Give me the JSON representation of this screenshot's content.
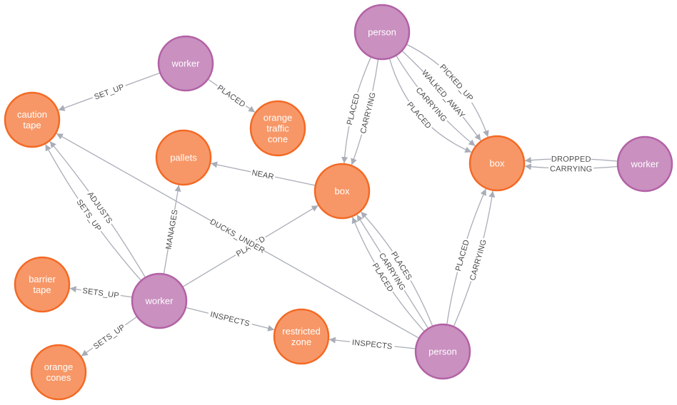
{
  "colors": {
    "person_fill": "#c990c0",
    "person_stroke": "#b261a5",
    "object_fill": "#f79767",
    "object_stroke": "#f36924",
    "edge": "#a9adb7",
    "edge_text": "#4a4a4a",
    "node_text": "#ffffff"
  },
  "nodes": [
    {
      "id": "worker_top",
      "kind": "person",
      "lines": [
        "worker"
      ]
    },
    {
      "id": "person_top",
      "kind": "person",
      "lines": [
        "person"
      ]
    },
    {
      "id": "worker_right",
      "kind": "person",
      "lines": [
        "worker"
      ]
    },
    {
      "id": "worker_mid",
      "kind": "person",
      "lines": [
        "worker"
      ]
    },
    {
      "id": "person_bottom",
      "kind": "person",
      "lines": [
        "person"
      ]
    },
    {
      "id": "caution_tape",
      "kind": "object",
      "lines": [
        "caution",
        "tape"
      ]
    },
    {
      "id": "orange_traffic_cone",
      "kind": "object",
      "lines": [
        "orange",
        "traffic",
        "cone"
      ]
    },
    {
      "id": "pallets",
      "kind": "object",
      "lines": [
        "pallets"
      ]
    },
    {
      "id": "box_center",
      "kind": "object",
      "lines": [
        "box"
      ]
    },
    {
      "id": "box_right",
      "kind": "object",
      "lines": [
        "box"
      ]
    },
    {
      "id": "barrier_tape",
      "kind": "object",
      "lines": [
        "barrier",
        "tape"
      ]
    },
    {
      "id": "restricted_zone",
      "kind": "object",
      "lines": [
        "restricted",
        "zone"
      ]
    },
    {
      "id": "orange_cones",
      "kind": "object",
      "lines": [
        "orange",
        "cones"
      ]
    }
  ],
  "edges": [
    {
      "from": "worker_top",
      "to": "caution_tape",
      "label": "SET_UP"
    },
    {
      "from": "worker_top",
      "to": "orange_traffic_cone",
      "label": "PLACED"
    },
    {
      "from": "person_top",
      "to": "box_center",
      "label": "PLACED"
    },
    {
      "from": "person_top",
      "to": "box_center",
      "label": "CARRYING"
    },
    {
      "from": "person_top",
      "to": "box_right",
      "label": "PLACED"
    },
    {
      "from": "person_top",
      "to": "box_right",
      "label": "CARRYING"
    },
    {
      "from": "person_top",
      "to": "box_right",
      "label": "WALKED_AWAY"
    },
    {
      "from": "person_top",
      "to": "box_right",
      "label": "PICKED_UP"
    },
    {
      "from": "worker_right",
      "to": "box_right",
      "label": "DROPPED"
    },
    {
      "from": "worker_right",
      "to": "box_right",
      "label": "CARRYING"
    },
    {
      "from": "box_center",
      "to": "pallets",
      "label": "NEAR"
    },
    {
      "from": "worker_mid",
      "to": "caution_tape",
      "label": "SETS_UP"
    },
    {
      "from": "worker_mid",
      "to": "caution_tape",
      "label": "ADJUSTS"
    },
    {
      "from": "worker_mid",
      "to": "pallets",
      "label": "MANAGES"
    },
    {
      "from": "worker_mid",
      "to": "box_center",
      "label": "PLACED"
    },
    {
      "from": "worker_mid",
      "to": "barrier_tape",
      "label": "SETS_UP"
    },
    {
      "from": "worker_mid",
      "to": "orange_cones",
      "label": "SETS_UP"
    },
    {
      "from": "worker_mid",
      "to": "restricted_zone",
      "label": "INSPECTS"
    },
    {
      "from": "person_bottom",
      "to": "caution_tape",
      "label": "DUCKS_UNDER"
    },
    {
      "from": "person_bottom",
      "to": "restricted_zone",
      "label": "INSPECTS"
    },
    {
      "from": "person_bottom",
      "to": "box_center",
      "label": "PLACES"
    },
    {
      "from": "person_bottom",
      "to": "box_center",
      "label": "CARRYING"
    },
    {
      "from": "person_bottom",
      "to": "box_center",
      "label": "PLACED"
    },
    {
      "from": "person_bottom",
      "to": "box_right",
      "label": "CARRYING"
    },
    {
      "from": "person_bottom",
      "to": "box_right",
      "label": "PLACED"
    }
  ]
}
